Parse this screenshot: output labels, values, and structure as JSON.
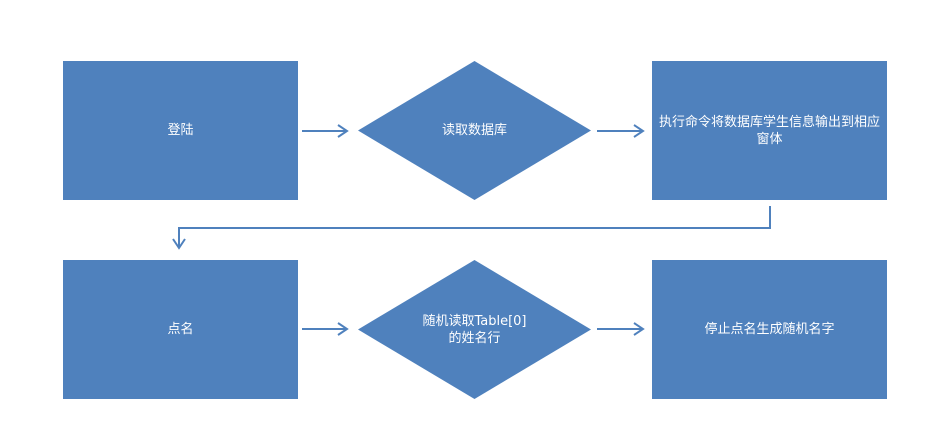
{
  "nodes": {
    "login": "登陆",
    "read_db": "读取数据库",
    "execute_output": "执行命令将数据库学生信息输出到相应窗体",
    "roll_call": "点名",
    "random_read": {
      "line1": "随机读取Table[0]",
      "line2": "的姓名行"
    },
    "stop": "停止点名生成随机名字"
  },
  "colors": {
    "shape_fill": "#4f81bd",
    "connector": "#4f81bd",
    "text": "#ffffff"
  }
}
